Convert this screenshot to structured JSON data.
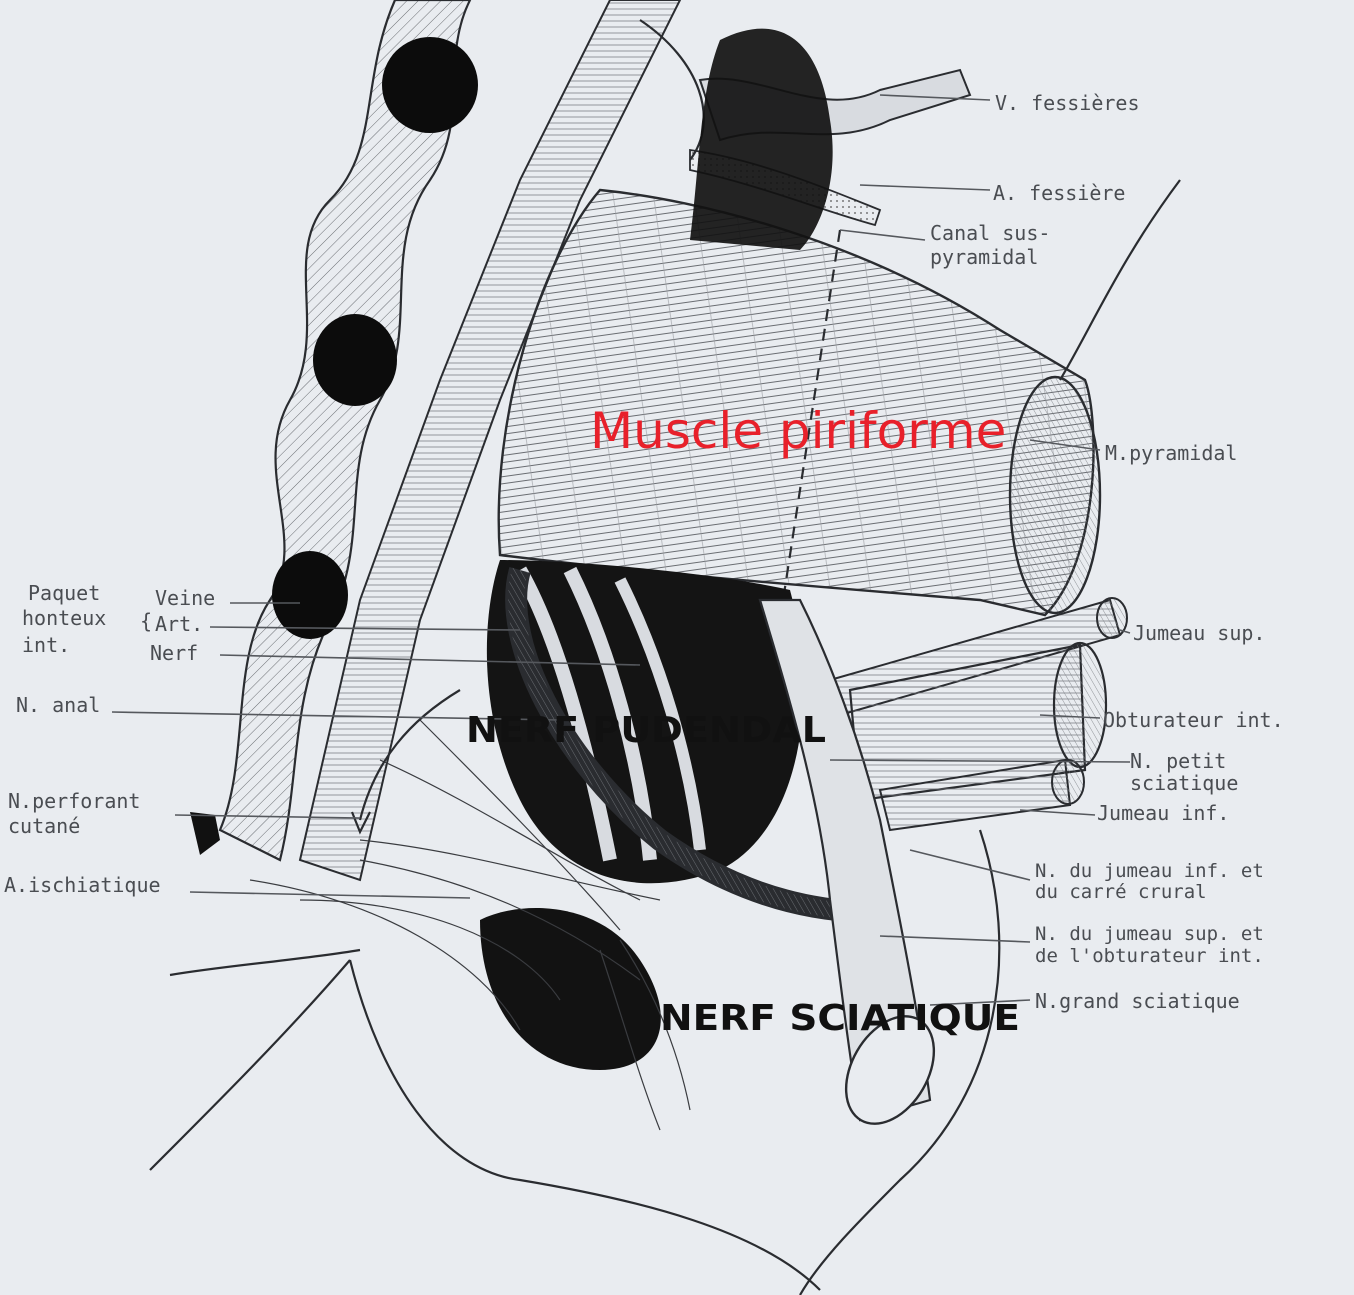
{
  "labels": {
    "v_fessieres": "V. fessières",
    "a_fessiere": "A. fessière",
    "canal_sus": "Canal sus-",
    "pyramidal": "pyramidal",
    "m_pyramidal": "M.pyramidal",
    "paquet": "Paquet",
    "honteux": "honteux",
    "int": "int.",
    "veine": "Veine",
    "art": "Art.",
    "nerf": "Nerf",
    "jumeau_sup": "Jumeau sup.",
    "obturateur_int": "Obturateur int.",
    "n_anal": "N. anal",
    "n_petit_sciatique_1": "N. petit",
    "n_petit_sciatique_2": "sciatique",
    "jumeau_inf": "Jumeau inf.",
    "n_perforant_1": "N.perforant",
    "n_perforant_2": "cutané",
    "a_ischiatique": "A.ischiatique",
    "n_jumeau_inf_1": "N. du jumeau inf. et",
    "n_jumeau_inf_2": "du carré crural",
    "n_jumeau_sup_1": "N. du jumeau sup. et",
    "n_jumeau_sup_2": "de l'obturateur int.",
    "n_grand_sciatique": "N.grand sciatique"
  },
  "annotations": {
    "muscle_piriforme": "Muscle piriforme",
    "nerf_pudendal": "NERF PUDENDAL",
    "nerf_sciatique": "NERF SCIATIQUE"
  },
  "colors": {
    "paper": "#e9ecf0",
    "ink": "#2a2c30",
    "annotation_red": "#e8202a",
    "annotation_black": "#111111"
  }
}
